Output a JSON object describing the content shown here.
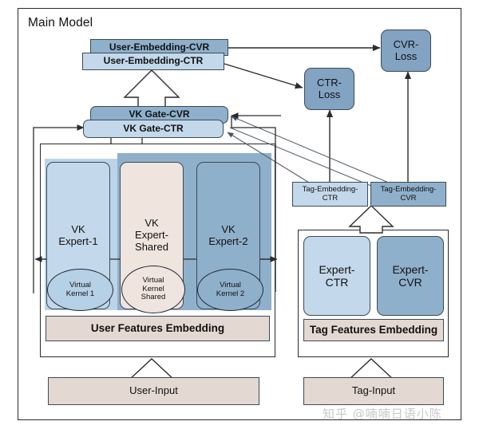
{
  "diagram": {
    "title": "Main Model",
    "watermark": "知乎 @喃喃日语小陈",
    "colors": {
      "dark_blue": "#7fa2c0",
      "mid_blue": "#8fb0cb",
      "light_blue": "#c3d8ea",
      "beige": "#e4d8d2",
      "loss_blue": "#82a3c1",
      "outline": "#3c4a58"
    }
  },
  "nodes": {
    "user_embedding_cvr": "User-Embedding-CVR",
    "user_embedding_ctr": "User-Embedding-CTR",
    "vk_gate_cvr": "VK Gate-CVR",
    "vk_gate_ctr": "VK Gate-CTR",
    "cvr_loss": "CVR-\nLoss",
    "cvr_loss_l1": "CVR-",
    "cvr_loss_l2": "Loss",
    "ctr_loss_l1": "CTR-",
    "ctr_loss_l2": "Loss",
    "vk_expert_1_l1": "VK",
    "vk_expert_1_l2": "Expert-1",
    "vk_expert_shared_l1": "VK",
    "vk_expert_shared_l2": "Expert-",
    "vk_expert_shared_l3": "Shared",
    "vk_expert_2_l1": "VK",
    "vk_expert_2_l2": "Expert-2",
    "virtual_kernel_1_l1": "Virtual",
    "virtual_kernel_1_l2": "Kernel 1",
    "virtual_kernel_shared_l1": "Virtual",
    "virtual_kernel_shared_l2": "Kernel",
    "virtual_kernel_shared_l3": "Shared",
    "virtual_kernel_2_l1": "Virtual",
    "virtual_kernel_2_l2": "Kernel 2",
    "user_features_embedding": "User Features Embedding",
    "tag_features_embedding": "Tag Features Embedding",
    "user_input": "User-Input",
    "tag_input": "Tag-Input",
    "tag_embedding_ctr_l1": "Tag-Embedding-",
    "tag_embedding_ctr_l2": "CTR",
    "tag_embedding_cvr_l1": "Tag-Embedding-",
    "tag_embedding_cvr_l2": "CVR",
    "expert_ctr_l1": "Expert-",
    "expert_ctr_l2": "CTR",
    "expert_cvr_l1": "Expert-",
    "expert_cvr_l2": "CVR"
  },
  "chart_data": {
    "type": "diagram",
    "title": "Main Model",
    "blocks": [
      {
        "id": "user-input",
        "label": "User-Input",
        "fill": "#e4d8d2"
      },
      {
        "id": "tag-input",
        "label": "Tag-Input",
        "fill": "#e4d8d2"
      },
      {
        "id": "user-features-embedding",
        "label": "User Features Embedding",
        "fill": "#e4d8d2"
      },
      {
        "id": "tag-features-embedding",
        "label": "Tag Features Embedding",
        "fill": "#e4d8d2"
      },
      {
        "id": "vk-expert-1",
        "label": "VK Expert-1",
        "fill": "#c3d8ea"
      },
      {
        "id": "vk-expert-shared",
        "label": "VK Expert-Shared",
        "fill": "#efe4de"
      },
      {
        "id": "vk-expert-2",
        "label": "VK Expert-2",
        "fill": "#8fb0cb"
      },
      {
        "id": "virtual-kernel-1",
        "label": "Virtual Kernel 1",
        "shape": "ellipse"
      },
      {
        "id": "virtual-kernel-shared",
        "label": "Virtual Kernel Shared",
        "shape": "ellipse"
      },
      {
        "id": "virtual-kernel-2",
        "label": "Virtual Kernel 2",
        "shape": "ellipse"
      },
      {
        "id": "expert-ctr",
        "label": "Expert-CTR",
        "fill": "#c3d8ea"
      },
      {
        "id": "expert-cvr",
        "label": "Expert-CVR",
        "fill": "#8fb0cb"
      },
      {
        "id": "vk-gate-cvr",
        "label": "VK Gate-CVR",
        "fill": "#8fb0cb"
      },
      {
        "id": "vk-gate-ctr",
        "label": "VK Gate-CTR",
        "fill": "#c3d8ea"
      },
      {
        "id": "tag-embedding-ctr",
        "label": "Tag-Embedding-CTR",
        "fill": "#c3d8ea"
      },
      {
        "id": "tag-embedding-cvr",
        "label": "Tag-Embedding-CVR",
        "fill": "#8fb0cb"
      },
      {
        "id": "user-embedding-cvr",
        "label": "User-Embedding-CVR",
        "fill": "#8fb0cb"
      },
      {
        "id": "user-embedding-ctr",
        "label": "User-Embedding-CTR",
        "fill": "#c3d8ea"
      },
      {
        "id": "ctr-loss",
        "label": "CTR-Loss",
        "fill": "#82a3c1"
      },
      {
        "id": "cvr-loss",
        "label": "CVR-Loss",
        "fill": "#82a3c1"
      }
    ],
    "edges": [
      {
        "from": "user-input",
        "to": "user-features-embedding",
        "style": "block-arrow"
      },
      {
        "from": "tag-input",
        "to": "tag-features-embedding",
        "style": "block-arrow"
      },
      {
        "from": "vk-gate",
        "to": "user-embedding",
        "style": "block-arrow"
      },
      {
        "from": "tag-features-embedding",
        "to": "tag-embedding",
        "style": "block-arrow"
      },
      {
        "from": "user-embedding-cvr",
        "to": "cvr-loss",
        "style": "arrow"
      },
      {
        "from": "user-embedding-ctr",
        "to": "ctr-loss",
        "style": "arrow"
      },
      {
        "from": "tag-embedding-ctr",
        "to": "ctr-loss",
        "style": "arrow"
      },
      {
        "from": "tag-embedding-cvr",
        "to": "cvr-loss",
        "style": "arrow"
      },
      {
        "from": "tag-embedding-ctr",
        "to": "vk-gate-ctr",
        "style": "thin-arrow"
      },
      {
        "from": "tag-embedding-cvr",
        "to": "vk-gate-cvr",
        "style": "thin-arrow"
      },
      {
        "from": "virtual-kernel-1",
        "to": "vk-gate-ctr",
        "style": "feedback"
      },
      {
        "from": "virtual-kernel-2",
        "to": "vk-gate-cvr",
        "style": "feedback"
      }
    ]
  }
}
